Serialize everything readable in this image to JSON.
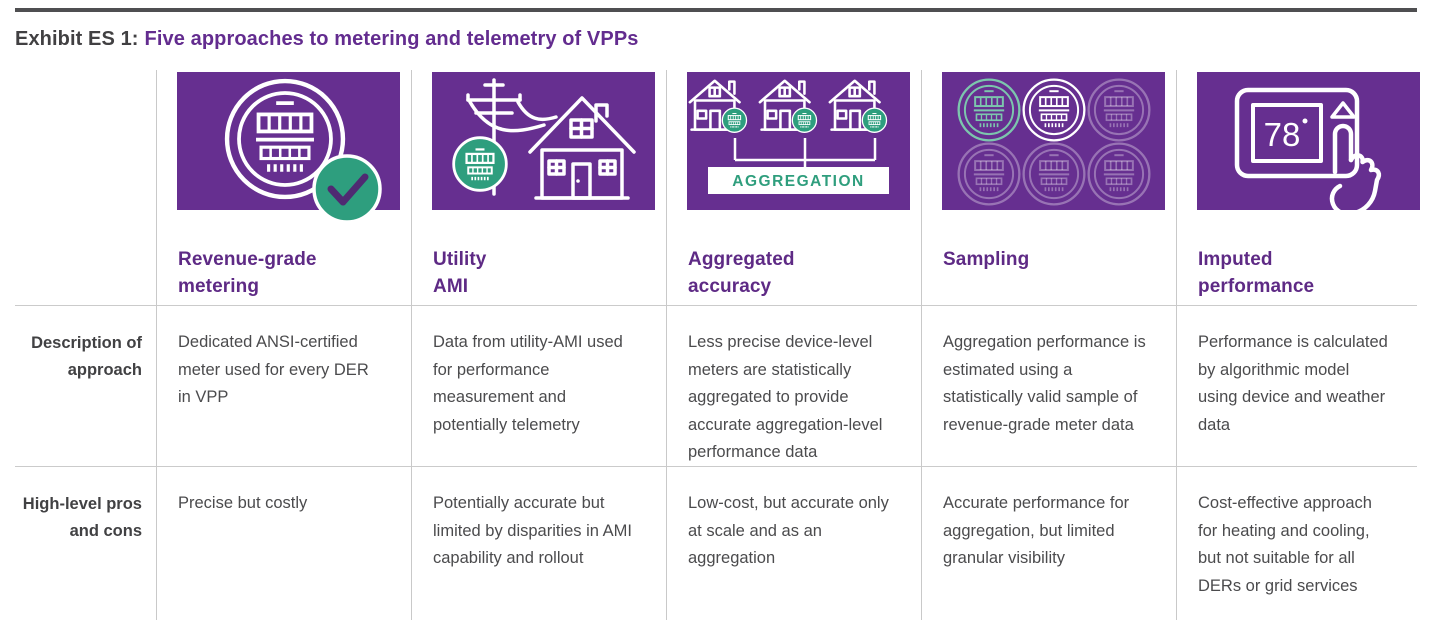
{
  "exhibit": {
    "label": "Exhibit ES 1:",
    "title": "Five approaches to metering and telemetry of VPPs"
  },
  "colors": {
    "brand_purple": "#662f90",
    "title_purple": "#5e2a85",
    "brand_green": "#2e9e7e",
    "body_text_gray": "#4b4b4d",
    "label_text_gray": "#414143",
    "heading_gray": "#414042",
    "grid_line_gray": "#c9c9c9",
    "top_bar_gray": "#4f4f51"
  },
  "table": {
    "row_labels": {
      "description": "Description of approach",
      "pros_cons": "High-level pros and cons"
    },
    "columns": [
      {
        "id": "revenue-grade-metering",
        "title": "Revenue-grade\nmetering",
        "description": "Dedicated ANSI-certified meter used for every DER in VPP",
        "pros_cons": "Precise but costly"
      },
      {
        "id": "utility-ami",
        "title": "Utility\nAMI",
        "description": "Data from utility-AMI used for performance measurement and potentially telemetry",
        "pros_cons": "Potentially accurate but limited by disparities in AMI capability and rollout"
      },
      {
        "id": "aggregated-accuracy",
        "title": "Aggregated\naccuracy",
        "description": "Less precise device-level meters are statistically aggregated to provide accurate aggregation-level performance data",
        "pros_cons": "Low-cost, but accurate only at scale and as an aggregation"
      },
      {
        "id": "sampling",
        "title": "Sampling",
        "description": "Aggregation performance is estimated using a statistically valid sample of revenue-grade meter data",
        "pros_cons": "Accurate performance for aggregation, but limited granular visibility"
      },
      {
        "id": "imputed-performance",
        "title": "Imputed\nperformance",
        "description": "Performance is calculated by algorithmic model using device and weather data",
        "pros_cons": "Cost-effective approach for heating and cooling, but not suitable for all DERs or grid services"
      }
    ],
    "illustrations": {
      "aggregation_label": "AGGREGATION",
      "thermostat_reading": "78"
    }
  }
}
